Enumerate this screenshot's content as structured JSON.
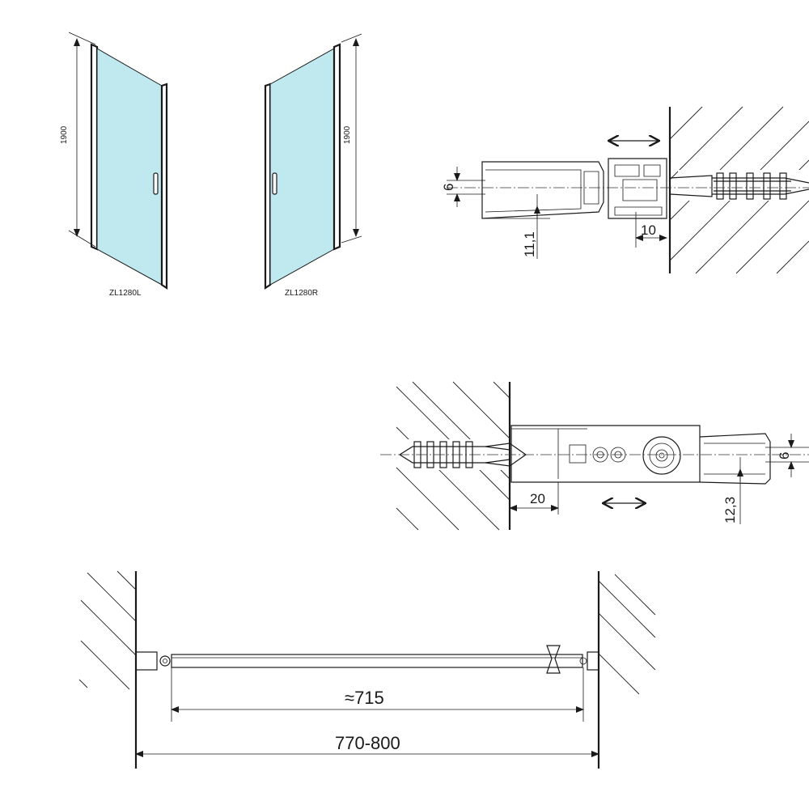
{
  "views": {
    "left_door": {
      "label": "ZL1280L",
      "height": "1900"
    },
    "right_door": {
      "label": "ZL1280R",
      "height": "1900"
    }
  },
  "profile_top": {
    "dim_a": "6",
    "dim_b": "11,1",
    "dim_c": "10"
  },
  "profile_bottom": {
    "dim_a": "6",
    "dim_b": "12,3",
    "dim_c": "20"
  },
  "plan": {
    "inner": "≈715",
    "outer": "770-800"
  }
}
